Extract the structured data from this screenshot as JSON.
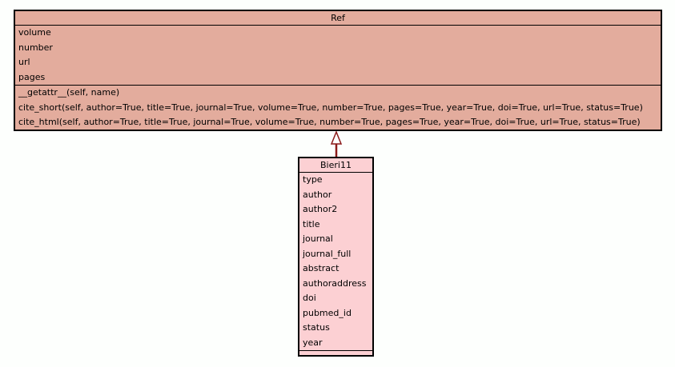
{
  "diagram": {
    "background_color": "#fdfffd",
    "border_color": "#000000",
    "classes": [
      {
        "name": "Ref",
        "fill_color": "#e3ac9d",
        "attributes": [
          "volume",
          "number",
          "url",
          "pages"
        ],
        "methods": [
          "__getattr__(self, name)",
          "cite_short(self, author=True, title=True, journal=True, volume=True, number=True, pages=True, year=True, doi=True, url=True, status=True)",
          "cite_html(self, author=True, title=True, journal=True, volume=True, number=True, pages=True, year=True, doi=True, url=True, status=True)"
        ]
      },
      {
        "name": "Bieri11",
        "fill_color": "#fcd0d3",
        "attributes": [
          "type",
          "author",
          "author2",
          "title",
          "journal",
          "journal_full",
          "abstract",
          "authoraddress",
          "doi",
          "pubmed_id",
          "status",
          "year"
        ],
        "methods": []
      }
    ],
    "relations": [
      {
        "type": "inheritance",
        "from": "Bieri11",
        "to": "Ref",
        "arrow_color": "#8b1a1a"
      }
    ]
  }
}
